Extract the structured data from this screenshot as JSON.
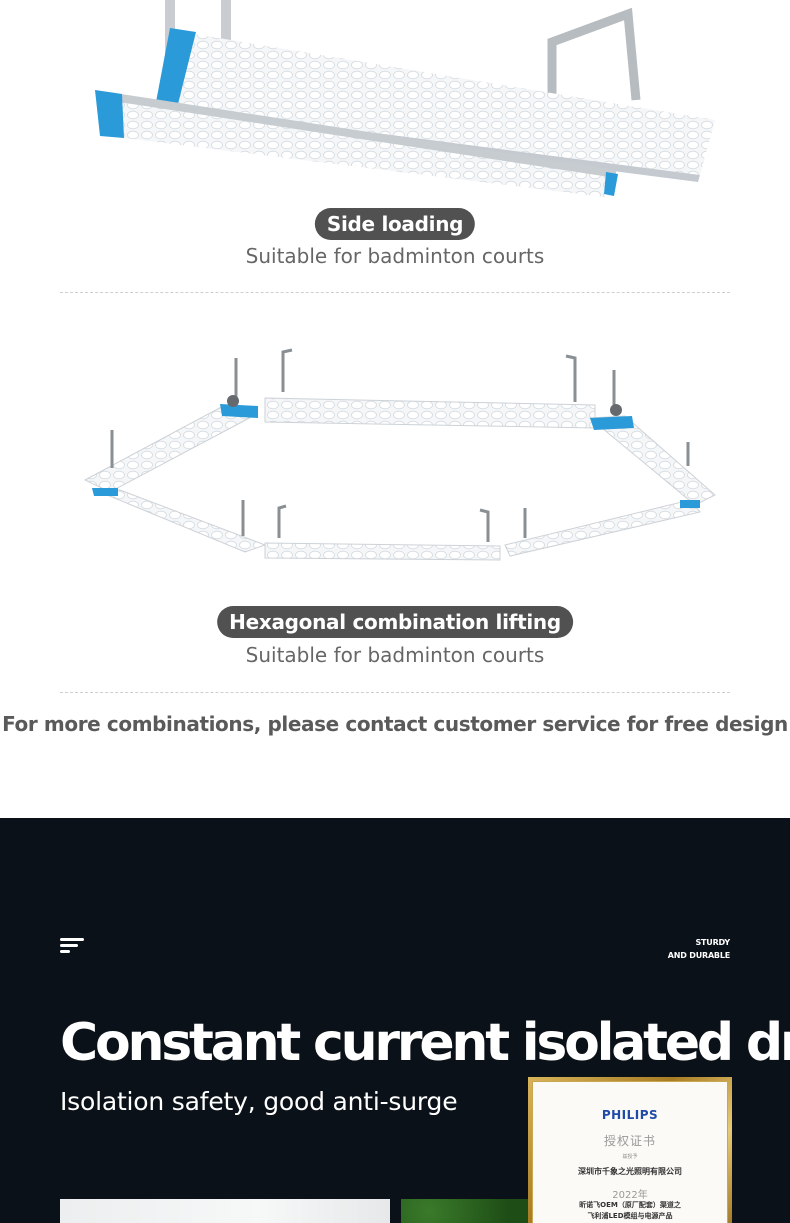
{
  "section1": {
    "badge": "Side loading",
    "subtitle": "Suitable for badminton courts"
  },
  "section2": {
    "badge": "Hexagonal combination lifting",
    "subtitle": "Suitable for badminton courts"
  },
  "more_note": "For more combinations, please contact customer service for free design",
  "dark": {
    "tag_line1": "STURDY",
    "tag_line2": "AND DURABLE",
    "headline": "Constant current isolated driver",
    "subhead": "Isolation safety, good anti-surge"
  },
  "certificate": {
    "brand": "PHILIPS",
    "title": "授权证书",
    "granted_to": "兹授予",
    "company": "深圳市千象之光照明有限公司",
    "year": "2022年",
    "line1": "昕诺飞OEM（原厂配套）渠道之",
    "line2": "飞利浦LED模组与电源产品"
  },
  "colors": {
    "accent": "#2b9ad8",
    "dark_bg": "#0b1118",
    "pill_bg": "#515151"
  }
}
